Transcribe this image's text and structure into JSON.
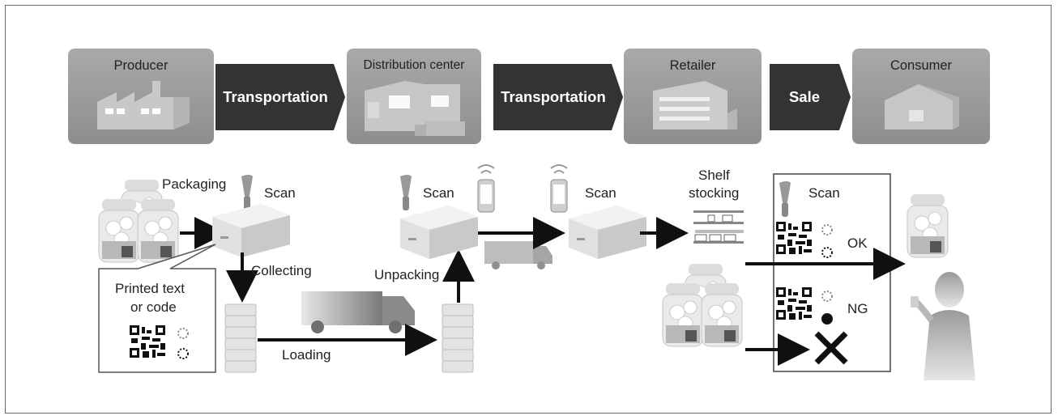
{
  "stages": [
    {
      "id": "producer",
      "title": "Producer"
    },
    {
      "id": "distribution",
      "title": "Distribution center"
    },
    {
      "id": "retailer",
      "title": "Retailer"
    },
    {
      "id": "consumer",
      "title": "Consumer"
    }
  ],
  "arrows": [
    {
      "id": "transport1",
      "label": "Transportation"
    },
    {
      "id": "transport2",
      "label": "Transportation"
    },
    {
      "id": "sale",
      "label": "Sale"
    }
  ],
  "labels": {
    "packaging": "Packaging",
    "scan1": "Scan",
    "scan2": "Scan",
    "scan3": "Scan",
    "scan4": "Scan",
    "collecting": "Collecting",
    "loading": "Loading",
    "unpacking": "Unpacking",
    "shelf_line1": "Shelf",
    "shelf_line2": "stocking",
    "callout_line1": "Printed text",
    "callout_line2": "or code",
    "ok": "OK",
    "ng": "NG"
  },
  "colors": {
    "stage_bg": "#9b9b9b",
    "arrow_bg": "#333333",
    "text": "#222222"
  }
}
